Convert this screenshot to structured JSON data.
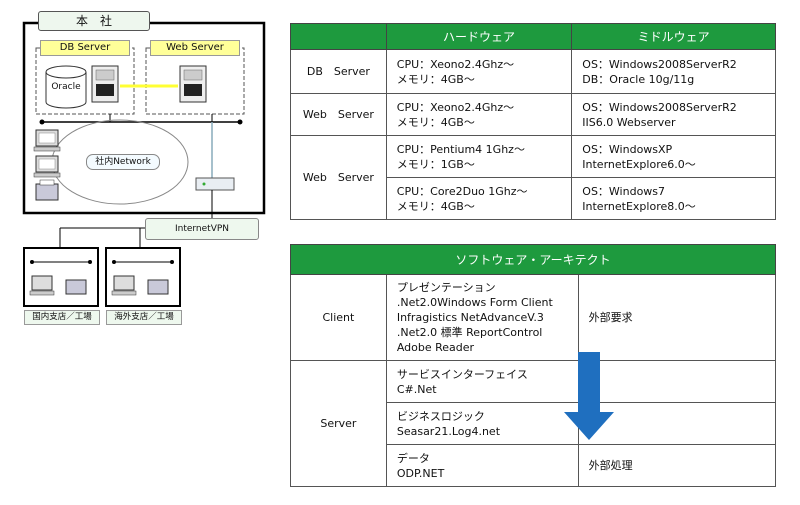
{
  "diagram": {
    "headquarters_title": "本　社",
    "db_server_label": "DB Server",
    "web_server_label": "Web Server",
    "oracle_label": "Oracle",
    "network_label": "社内Network",
    "vpn_label": "InternetVPN",
    "branch_domestic_label": "国内支店／工場",
    "branch_overseas_label": "海外支店／工場"
  },
  "hardware_table": {
    "col_hardware": "ハードウェア",
    "col_middleware": "ミドルウェア",
    "rows": [
      {
        "server": "DB　Server",
        "hw1": "CPU：Xeono2.4Ghz～",
        "hw2": "メモリ：4GB～",
        "mw1": "OS：Windows2008ServerR2",
        "mw2": "DB：Oracle 10g/11g"
      },
      {
        "server": "Web　Server",
        "hw1": "CPU：Xeono2.4Ghz～",
        "hw2": "メモリ：4GB～",
        "mw1": "OS：Windows2008ServerR2",
        "mw2": "IIS6.0 Webserver"
      },
      {
        "server": "Web　Server",
        "hw1": "CPU：Pentium4 1Ghz～",
        "hw2": "メモリ：1GB～",
        "mw1": "OS：WindowsXP",
        "mw2": "InternetExplore6.0～"
      },
      {
        "server": "",
        "hw1": "CPU：Core2Duo 1Ghz～",
        "hw2": "メモリ：4GB～",
        "mw1": "OS：Windows7",
        "mw2": "InternetExplore8.0～"
      }
    ]
  },
  "software_table": {
    "title": "ソフトウェア・アーキテクト",
    "client_label": "Client",
    "client_items": [
      "プレゼンテーション",
      ".Net2.0Windows Form Client",
      "Infragistics NetAdvanceV.3",
      ".Net2.0 標準 ReportControl",
      "Adobe Reader"
    ],
    "client_note": "外部要求",
    "server_label": "Server",
    "server_rows": [
      {
        "line1": "サービスインターフェイス",
        "line2": "C#.Net",
        "note": ""
      },
      {
        "line1": "ビジネスロジック",
        "line2": "Seasar21.Log4.net",
        "note": ""
      },
      {
        "line1": "データ",
        "line2": "ODP.NET",
        "note": "外部処理"
      }
    ]
  },
  "colors": {
    "header_green": "#1e9a3e",
    "label_yellow": "#ffff99",
    "arrow_blue": "#1f6fbf"
  }
}
